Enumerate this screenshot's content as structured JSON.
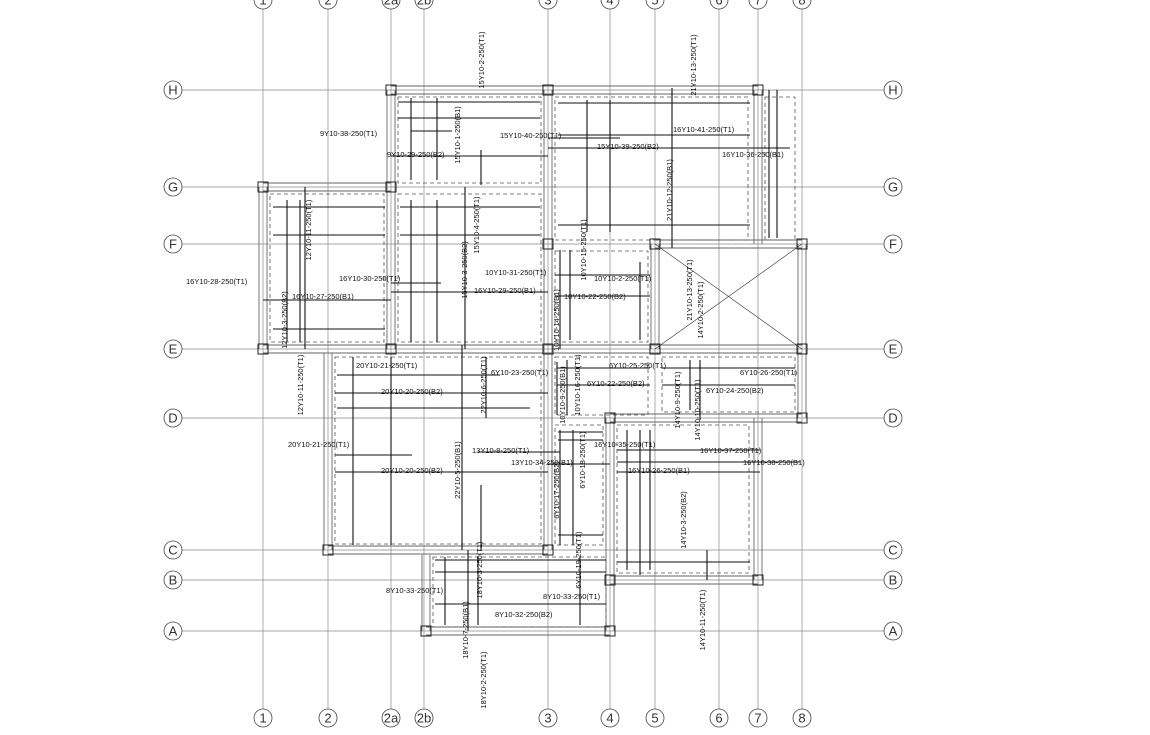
{
  "grid": {
    "columns": [
      "1",
      "2",
      "2a",
      "2b",
      "3",
      "4",
      "5",
      "6",
      "7",
      "8"
    ],
    "rows": [
      "H",
      "G",
      "F",
      "E",
      "D",
      "C",
      "B",
      "A"
    ]
  },
  "rebar_labels": [
    "9Y10-38-250(T1)",
    "15Y10-40-250(T1)",
    "9Y10-29-250(B2)",
    "15Y10-39-250(B2)",
    "16Y10-41-250(T1)",
    "16Y10-36-250(B1)",
    "16Y10-28-250(T1)",
    "16Y10-30-250(T1)",
    "16Y10-27-250(B1)",
    "10Y10-31-250(T1)",
    "16Y10-29-250(B1)",
    "10Y10-2-250(T1)",
    "10Y10-22-250(B2)",
    "20Y10-21-250(T1)",
    "6Y10-23-250(T1)",
    "20Y10-20-250(B2)",
    "6Y10-25-250(T1)",
    "6Y10-22-250(B2)",
    "6Y10-26-250(T1)",
    "6Y10-24-250(B2)",
    "20Y10-21-250(T1)",
    "13Y10-8-250(T1)",
    "13Y10-34-250(B1)",
    "20Y10-20-250(B2)",
    "16Y10-35-250(T1)",
    "16Y10-37-250(T1)",
    "16Y10-38-250(B1)",
    "16Y10-26-250(B1)",
    "8Y10-33-250(T1)",
    "8Y10-33-250(T1)",
    "8Y10-32-250(B2)",
    "15Y10-2-250(T1)",
    "15Y10-1-250(B1)",
    "12Y10-11-250(T1)",
    "15Y10-4-250(T1)",
    "15Y10-3-250(B2)",
    "12Y10-3-250(B2)",
    "21Y10-13-250(T1)",
    "21Y10-12-250(B1)",
    "10Y10-15-250(T1)",
    "10Y10-14-250(B1)",
    "21Y10-13-250(T1)",
    "14Y10-2-250(T1)",
    "12Y10-11-250(T1)",
    "22Y10-6-250(T1)",
    "10Y10-9-250(B1)",
    "10Y10-16-250(T1)",
    "14Y10-9-250(T1)",
    "14Y10-10-250(T1)",
    "6Y10-18-250(T1)",
    "22Y10-5-250(B1)",
    "6Y10-17-250(B2)",
    "14Y10-3-250(B2)",
    "6Y10-19-250(T1)",
    "18Y10-3-250(T1)",
    "18Y10-7-250(B1)",
    "18Y10-2-250(T1)",
    "14Y10-11-250(T1)"
  ]
}
